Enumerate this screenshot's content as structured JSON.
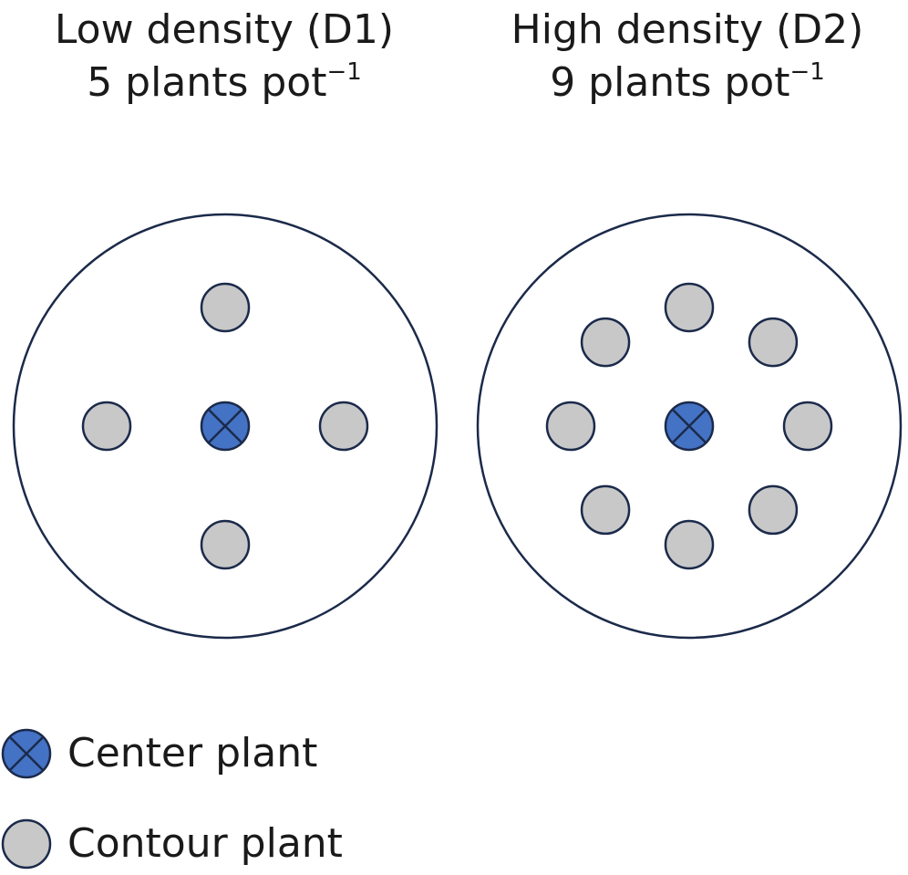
{
  "panels": [
    {
      "id": "d1",
      "title_line1": "Low density (D1)",
      "title_line2_prefix": "5 plants pot",
      "title_line2_superscript": "−1",
      "plants_per_pot": 5,
      "center_plants": 1,
      "contour_plants": 4
    },
    {
      "id": "d2",
      "title_line1": "High density (D2)",
      "title_line2_prefix": "9 plants pot",
      "title_line2_superscript": "−1",
      "plants_per_pot": 9,
      "center_plants": 1,
      "contour_plants": 8
    }
  ],
  "legend": {
    "center_label": "Center plant",
    "contour_label": "Contour plant"
  },
  "colors": {
    "outline": "#1b2a4a",
    "center_fill": "#4472c4",
    "contour_fill": "#c8c8c8",
    "pot_fill": "#ffffff",
    "text": "#1a1a1a"
  }
}
